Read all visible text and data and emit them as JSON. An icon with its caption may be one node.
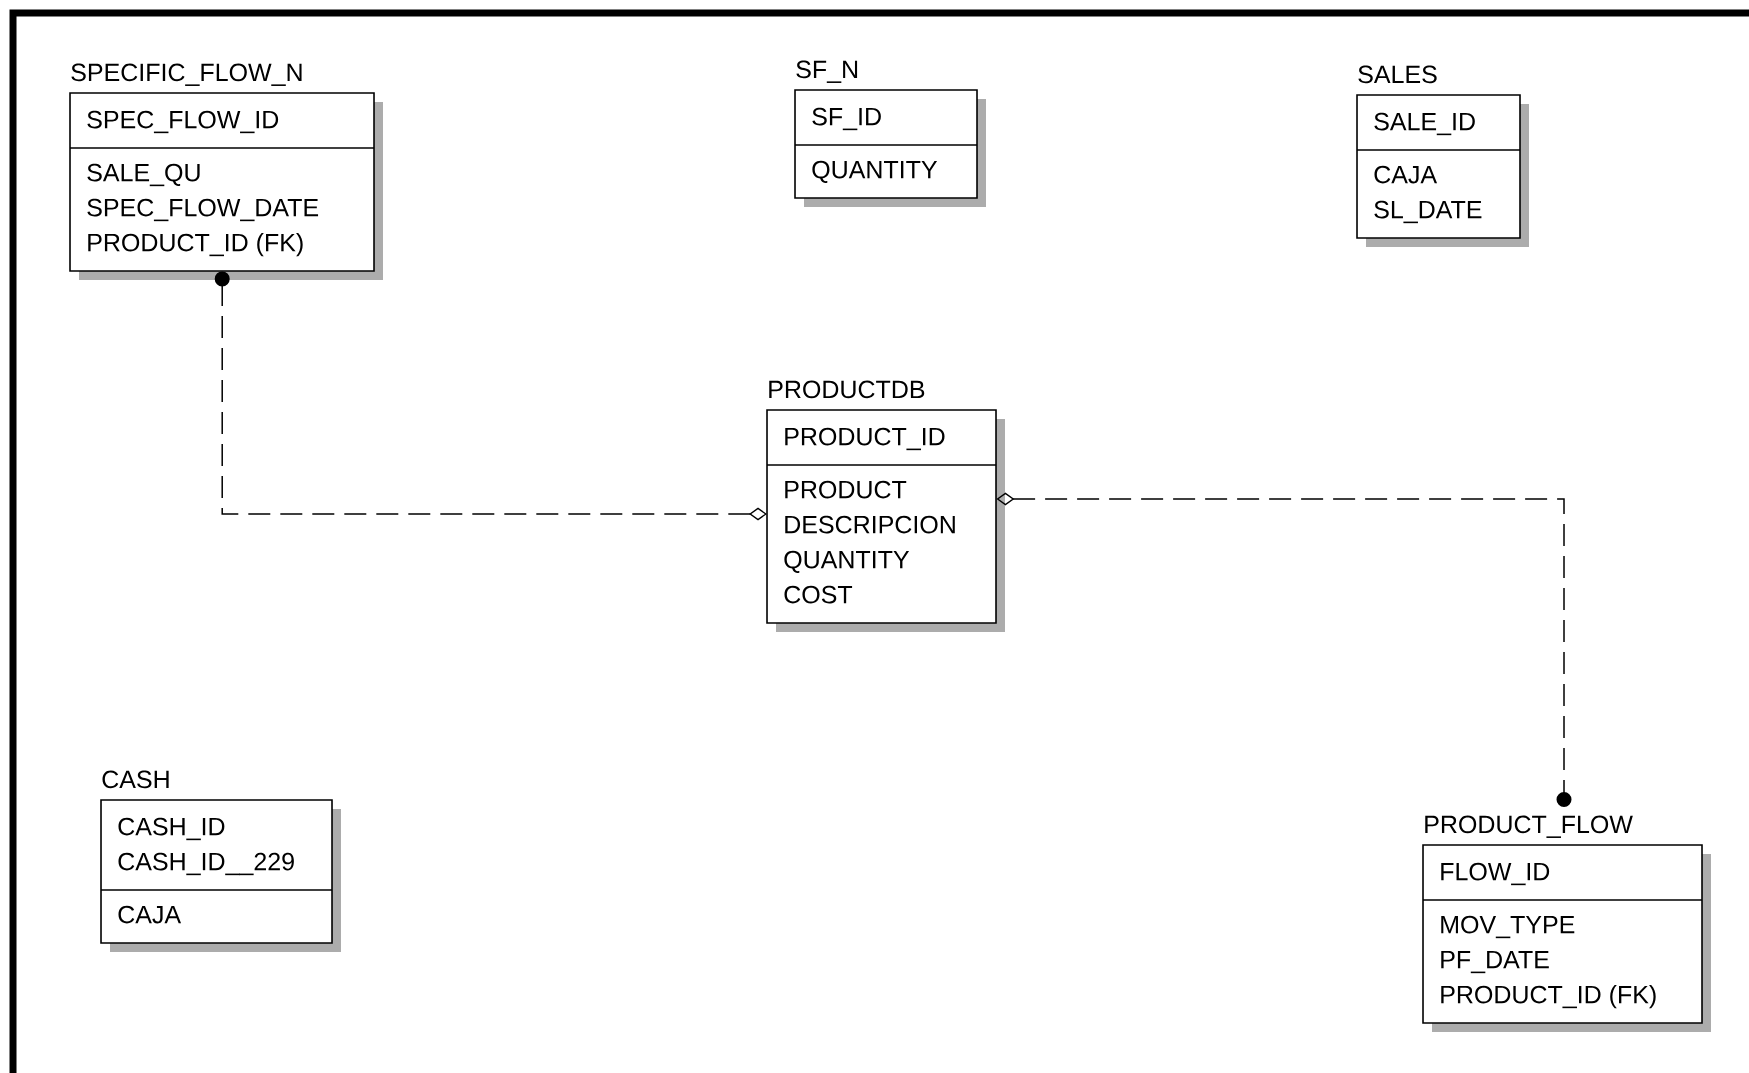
{
  "diagram": {
    "nodes": [
      {
        "text": [
          "SPECIFIC_FLOW_N",
          "SPEC_FLOW_ID",
          "SALE_QU",
          "SPEC_FLOW_DATE",
          "PRODUCT_ID (FK)"
        ]
      },
      {
        "text": [
          "SF_N",
          "SF_ID",
          "QUANTITY"
        ]
      },
      {
        "text": [
          "SALES",
          "SALE_ID",
          "CAJA",
          "SL_DATE"
        ]
      },
      {
        "text": [
          "PRODUCTDB",
          "PRODUCT_ID",
          "PRODUCT",
          "DESCRIPCION",
          "QUANTITY",
          "COST"
        ]
      },
      {
        "text": [
          "CASH",
          "CASH_ID",
          "CASH_ID__229",
          "CAJA"
        ]
      },
      {
        "text": [
          "PRODUCT_FLOW",
          "FLOW_ID",
          "MOV_TYPE",
          "PF_DATE",
          "PRODUCT_ID (FK)"
        ]
      }
    ],
    "edges": [
      {
        "from": 3,
        "to": 0,
        "arrow": "other",
        "style": "dashed"
      },
      {
        "from": 3,
        "to": 5,
        "arrow": "other",
        "style": "dashed"
      }
    ]
  }
}
